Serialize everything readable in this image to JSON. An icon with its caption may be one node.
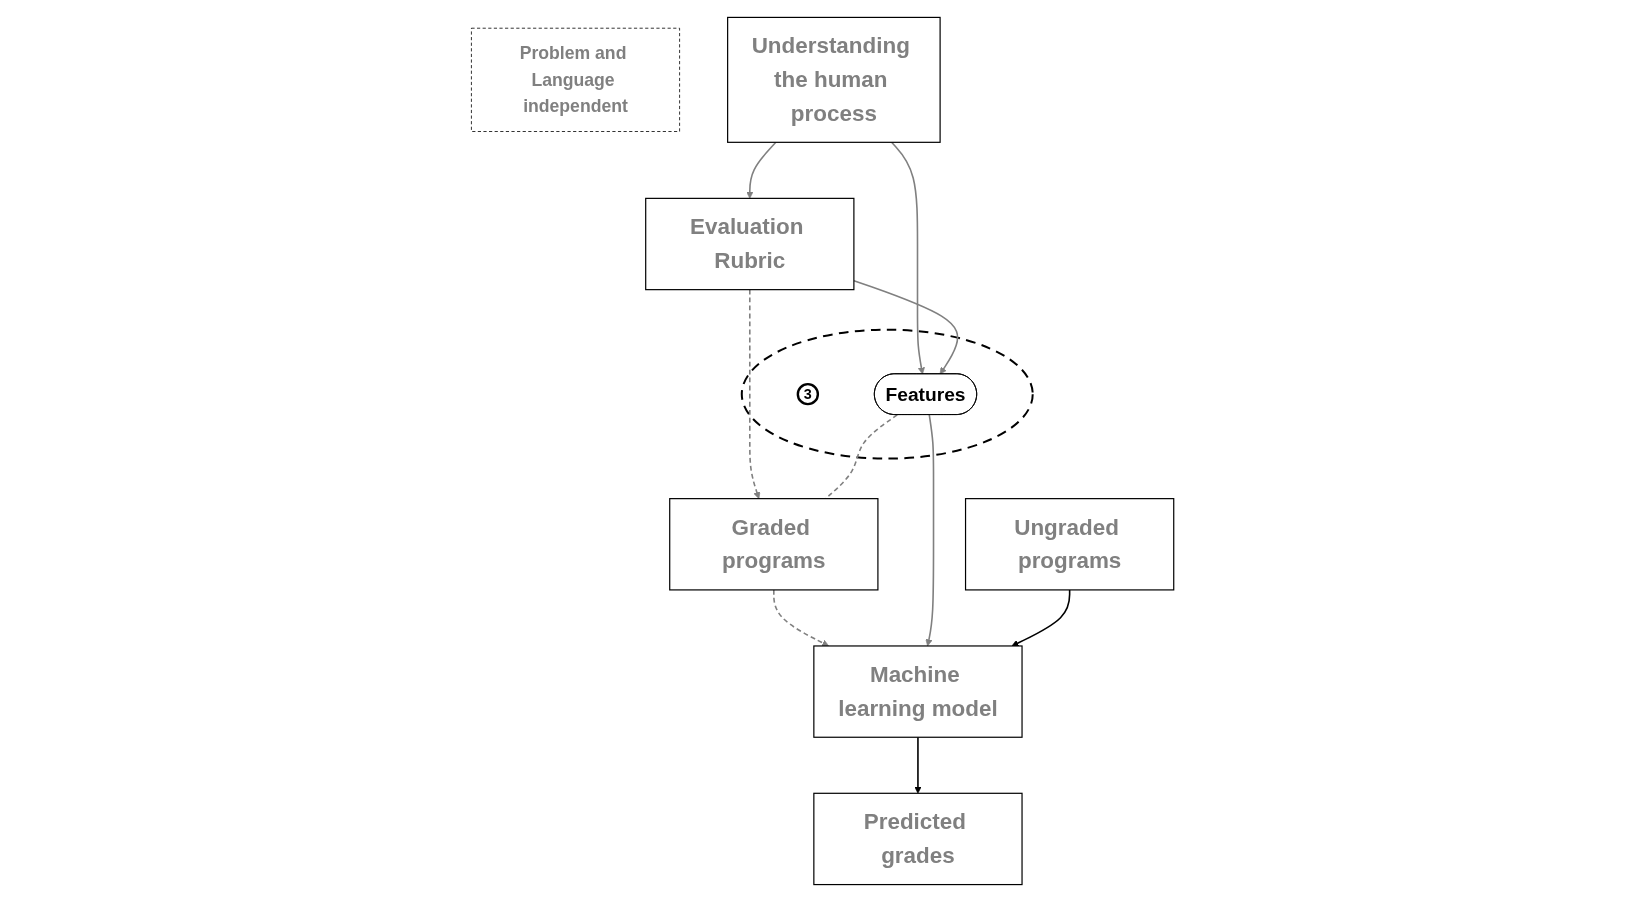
{
  "diagram": {
    "nodes": [
      {
        "text": [
          "Problem and Language independent"
        ]
      },
      {
        "text": [
          "Understanding the human process"
        ]
      },
      {
        "text": [
          "Evaluation Rubric"
        ]
      },
      {
        "text": [],
        "shape": "circle"
      },
      {
        "text": [
          "3"
        ],
        "in": 3
      },
      {
        "text": [
          "Features"
        ],
        "in": 3
      },
      {
        "text": [
          "Graded programs"
        ]
      },
      {
        "text": [
          "Machine learning model"
        ]
      },
      {
        "text": [
          "Ungraded programs"
        ]
      },
      {
        "text": [
          "Predicted grades"
        ]
      }
    ],
    "edges": [
      {
        "from": 1,
        "to": 2,
        "arrow": "to"
      },
      {
        "from": 1,
        "to": 5,
        "arrow": "to"
      },
      {
        "from": 2,
        "to": 5,
        "arrow": "to"
      },
      {
        "from": 2,
        "to": 6,
        "arrow": "to",
        "style": "dashed"
      },
      {
        "from": 5,
        "to": 6,
        "arrow": "none",
        "style": "dashed"
      },
      {
        "from": 6,
        "to": 7,
        "arrow": "to",
        "style": "dashed"
      },
      {
        "from": 5,
        "to": 7,
        "arrow": "to"
      },
      {
        "from": 8,
        "to": 7,
        "arrow": "to",
        "color": "#000000"
      },
      {
        "from": 7,
        "to": 9,
        "arrow": "to",
        "color": "#000000"
      }
    ]
  }
}
